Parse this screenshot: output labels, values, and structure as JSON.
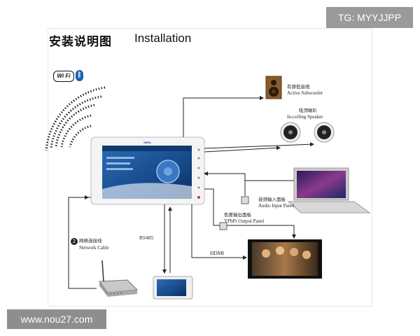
{
  "header": {
    "title_zh": "安装说明图",
    "title_en": "Installation"
  },
  "badges": {
    "top_right": "TG: MYYJJPP",
    "bottom_left": "www.nou27.com"
  },
  "logos": {
    "wifi": "Wi Fi",
    "bluetooth": "bluetooth-icon"
  },
  "panel": {
    "brand": "XBPA"
  },
  "devices": {
    "subwoofer": {
      "zh": "有源低音炮",
      "en": "Active Subwoofer"
    },
    "ceiling_speaker": {
      "zh": "吸顶喇叭",
      "en": "In-ceiling Speaker"
    },
    "audio_input": {
      "zh": "音频输入面板",
      "en": "Audio Input Panel"
    },
    "ypbpr_output": {
      "zh": "色差输出面板",
      "en": "YPbPr Output Panel"
    },
    "network_cable": {
      "zh": "网络连接线",
      "en": "Network Cable",
      "num": "2"
    }
  },
  "connections": {
    "rs485": "RS485",
    "hdmi": "HDMI"
  },
  "colors": {
    "line": "#222222",
    "panel_screen": "#1b4f8f",
    "tv_frame": "#111111"
  }
}
